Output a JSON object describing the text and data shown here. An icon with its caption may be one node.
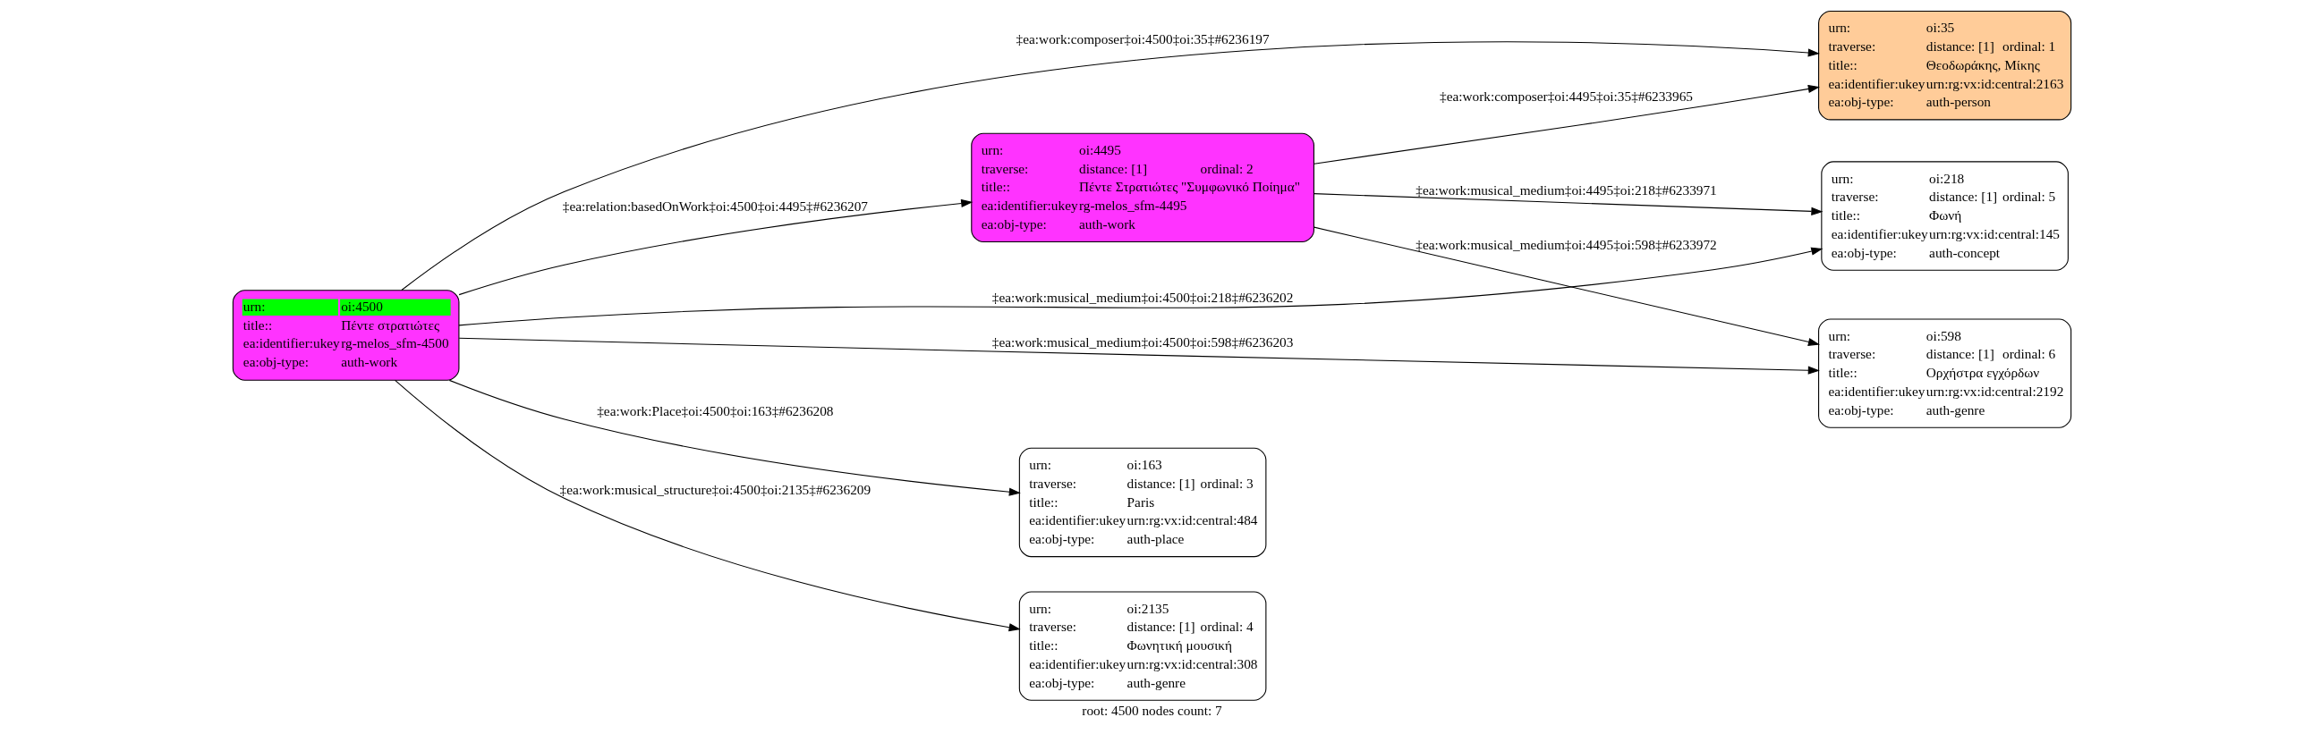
{
  "diagram": {
    "caption": "root: 4500 nodes count: 7",
    "nodes": [
      {
        "text": [
          "urn:",
          "oi:4500",
          "title::",
          "Πέντε στρατιώτες",
          "ea:identifier:ukey",
          "rg-melos_sfm-4500",
          "ea:obj-type:",
          "auth-work"
        ]
      },
      {
        "text": [
          "urn:",
          "oi:4495",
          "traverse:",
          "distance: [1]",
          "ordinal: 2",
          "title::",
          "Πέντε Στρατιώτες \"Συμφωνικό Ποίημα\"",
          "ea:identifier:ukey",
          "rg-melos_sfm-4495",
          "ea:obj-type:",
          "auth-work"
        ]
      },
      {
        "text": [
          "urn:",
          "oi:35",
          "traverse:",
          "distance: [1]",
          "ordinal: 1",
          "title::",
          "Θεοδωράκης, Μίκης",
          "ea:identifier:ukey",
          "urn:rg:vx:id:central:2163",
          "ea:obj-type:",
          "auth-person"
        ]
      },
      {
        "text": [
          "urn:",
          "oi:218",
          "traverse:",
          "distance: [1]",
          "ordinal: 5",
          "title::",
          "Φωνή",
          "ea:identifier:ukey",
          "urn:rg:vx:id:central:145",
          "ea:obj-type:",
          "auth-concept"
        ]
      },
      {
        "text": [
          "urn:",
          "oi:163",
          "traverse:",
          "distance: [1]",
          "ordinal: 3",
          "title::",
          "Paris",
          "ea:identifier:ukey",
          "urn:rg:vx:id:central:484",
          "ea:obj-type:",
          "auth-place"
        ]
      },
      {
        "text": [
          "urn:",
          "oi:598",
          "traverse:",
          "distance: [1]",
          "ordinal: 6",
          "title::",
          "Ορχήστρα εγχόρδων",
          "ea:identifier:ukey",
          "urn:rg:vx:id:central:2192",
          "ea:obj-type:",
          "auth-genre"
        ]
      },
      {
        "text": [
          "urn:",
          "oi:2135",
          "traverse:",
          "distance: [1]",
          "ordinal: 4",
          "title::",
          "Φωνητική μουσική",
          "ea:identifier:ukey",
          "urn:rg:vx:id:central:308",
          "ea:obj-type:",
          "auth-genre"
        ]
      }
    ],
    "edges": [
      {
        "from": 0,
        "to": 2,
        "arrow": "to",
        "label": "‡ea:work:composer‡oi:4500‡oi:35‡#6236197"
      },
      {
        "from": 0,
        "to": 1,
        "arrow": "to",
        "label": "‡ea:relation:basedOnWork‡oi:4500‡oi:4495‡#6236207"
      },
      {
        "from": 1,
        "to": 2,
        "arrow": "to",
        "label": "‡ea:work:composer‡oi:4495‡oi:35‡#6233965"
      },
      {
        "from": 1,
        "to": 3,
        "arrow": "to",
        "label": "‡ea:work:musical_medium‡oi:4495‡oi:218‡#6233971"
      },
      {
        "from": 1,
        "to": 5,
        "arrow": "to",
        "label": "‡ea:work:musical_medium‡oi:4495‡oi:598‡#6233972"
      },
      {
        "from": 0,
        "to": 3,
        "arrow": "to",
        "label": "‡ea:work:musical_medium‡oi:4500‡oi:218‡#6236202"
      },
      {
        "from": 0,
        "to": 4,
        "arrow": "to",
        "label": "‡ea:work:Place‡oi:4500‡oi:163‡#6236208"
      },
      {
        "from": 0,
        "to": 5,
        "arrow": "to",
        "label": "‡ea:work:musical_medium‡oi:4500‡oi:598‡#6236203"
      },
      {
        "from": 0,
        "to": 6,
        "arrow": "to",
        "label": "‡ea:work:musical_structure‡oi:4500‡oi:2135‡#6236209"
      }
    ]
  }
}
